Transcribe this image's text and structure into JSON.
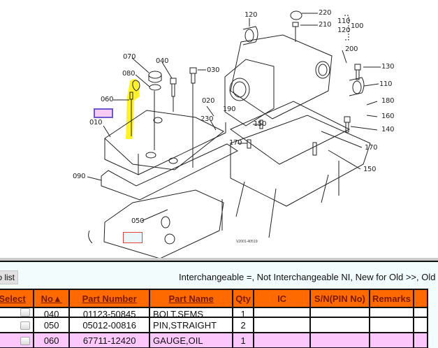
{
  "diagram": {
    "callouts": [
      "070",
      "040",
      "080",
      "030",
      "060",
      "020",
      "010",
      "230",
      "190",
      "090",
      "050",
      "120",
      "220",
      "210",
      "110",
      "120",
      "100",
      "200",
      "130",
      "110",
      "180",
      "160",
      "150",
      "140",
      "170",
      "170",
      "150"
    ],
    "figure_code": "V2001-40519",
    "highlight_color": "#ffff33",
    "selected_hotspot_color": "#f6ccf4"
  },
  "panel": {
    "to_list_button": "to list",
    "legend": "Interchangeable =, Not Interchangeable NI, New for Old >>, Old"
  },
  "table": {
    "columns": [
      "Select",
      "No▲",
      "Part Number",
      "Part Name",
      "Qty",
      "IC",
      "S/N(PIN No)",
      "Remarks"
    ],
    "header_color": "#ff6a00",
    "highlight_row_color": "#fcc8fc",
    "rows": [
      {
        "no": "040",
        "part_number": "01123-50845",
        "part_name": "BOLT,SEMS",
        "qty": "1",
        "ic": "",
        "sn": "",
        "remarks": ""
      },
      {
        "no": "050",
        "part_number": "05012-00816",
        "part_name": "PIN,STRAIGHT",
        "qty": "2",
        "ic": "",
        "sn": "",
        "remarks": ""
      },
      {
        "no": "060",
        "part_number": "67711-12420",
        "part_name": "GAUGE,OIL",
        "qty": "1",
        "ic": "",
        "sn": "",
        "remarks": ""
      }
    ]
  }
}
